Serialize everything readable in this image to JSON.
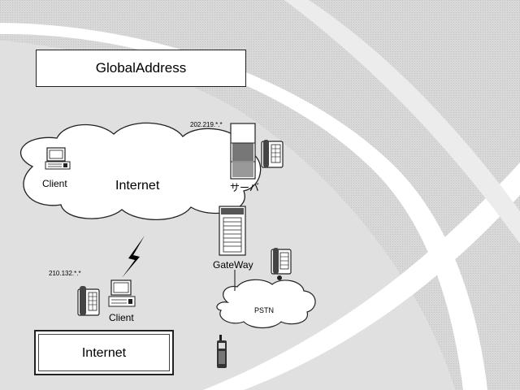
{
  "title": "GlobalAddress",
  "cloud_internet": {
    "label": "Internet"
  },
  "server": {
    "ip": "202.219.*.*",
    "label": "サーバ"
  },
  "gateway": {
    "label": "GateWay"
  },
  "pstn": {
    "label": "PSTN"
  },
  "client_top": {
    "label": "Client"
  },
  "client_bottom": {
    "ip": "210.132.*.*",
    "label": "Client"
  },
  "bottom_box": {
    "label": "Internet"
  },
  "icons": [
    "computer-icon",
    "server-icon",
    "phone-icon",
    "lightning-icon",
    "mobile-phone-icon"
  ],
  "colors": {
    "background_band": "#dcdcdc",
    "cloud_fill": "#ffffff",
    "outline": "#222222"
  }
}
